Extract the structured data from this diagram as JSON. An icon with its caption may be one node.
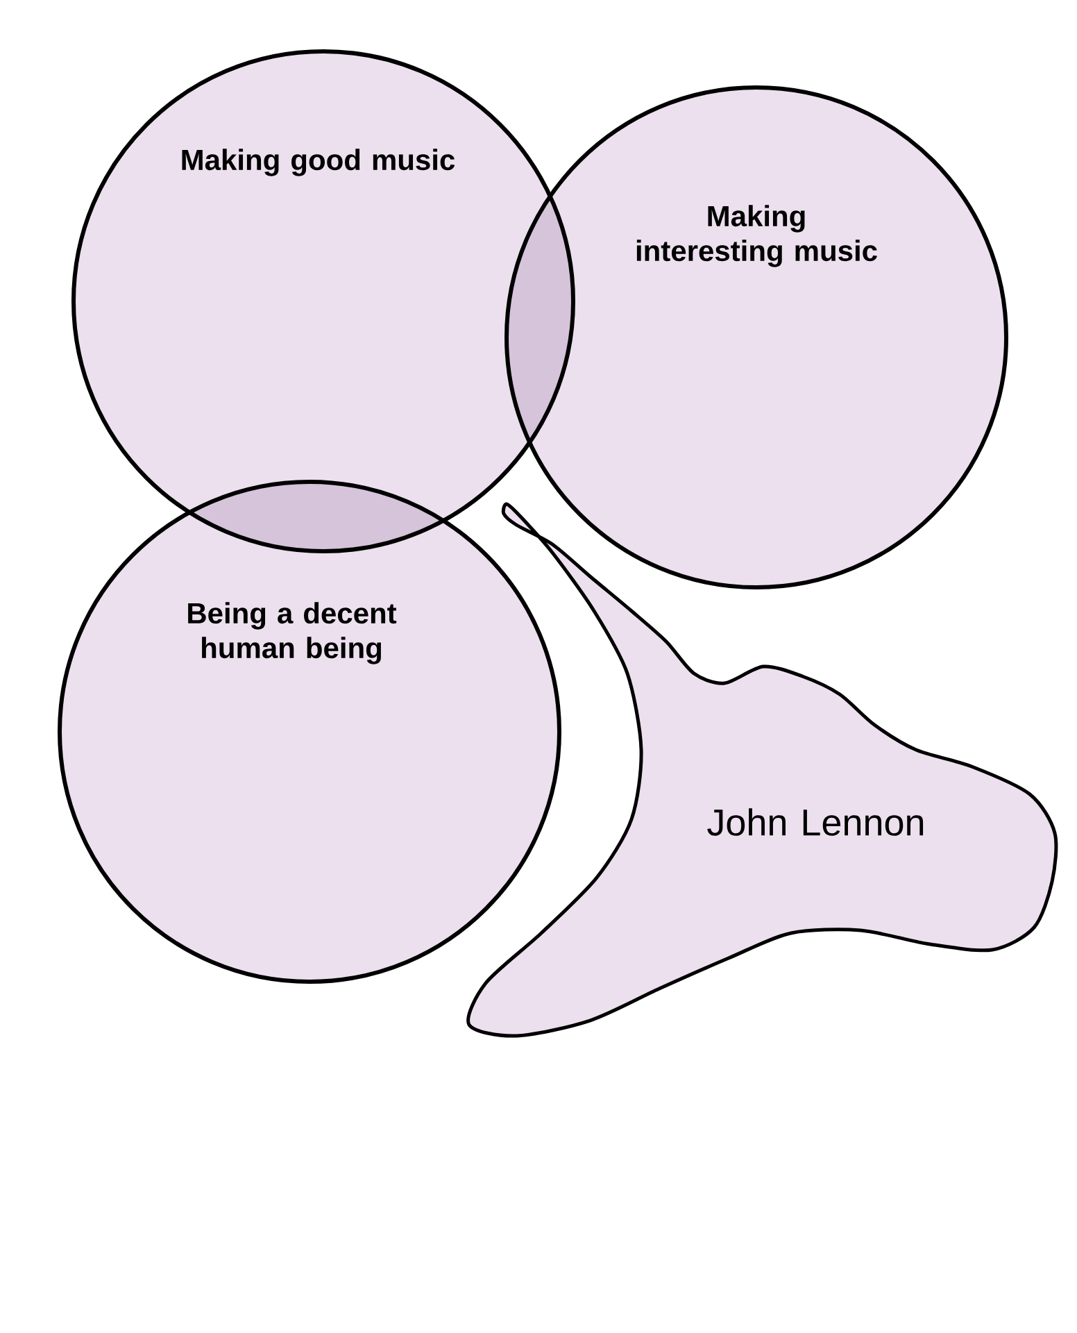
{
  "diagram": {
    "nodes": [
      {
        "text": [
          "Making good music"
        ]
      },
      {
        "text": [
          "Making interesting music"
        ]
      },
      {
        "text": [
          "Being a decent human being"
        ]
      },
      {
        "text": [
          "John Lennon"
        ]
      }
    ]
  }
}
